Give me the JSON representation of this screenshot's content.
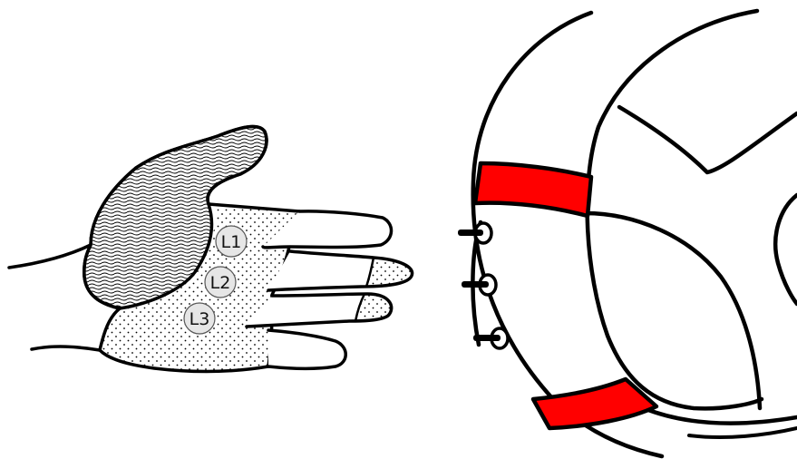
{
  "diagram": {
    "labels": [
      {
        "id": "l1",
        "text": "L1"
      },
      {
        "id": "l2",
        "text": "L2"
      },
      {
        "id": "l3",
        "text": "L3"
      }
    ],
    "colors": {
      "outline": "#000000",
      "skin": "#ffffff",
      "palm_pattern": "#000000",
      "label_fill": "#e6e6e6",
      "ball_band": "#ff0000"
    },
    "icons": [
      "hand-icon",
      "ball-icon",
      "pin-icon"
    ]
  }
}
